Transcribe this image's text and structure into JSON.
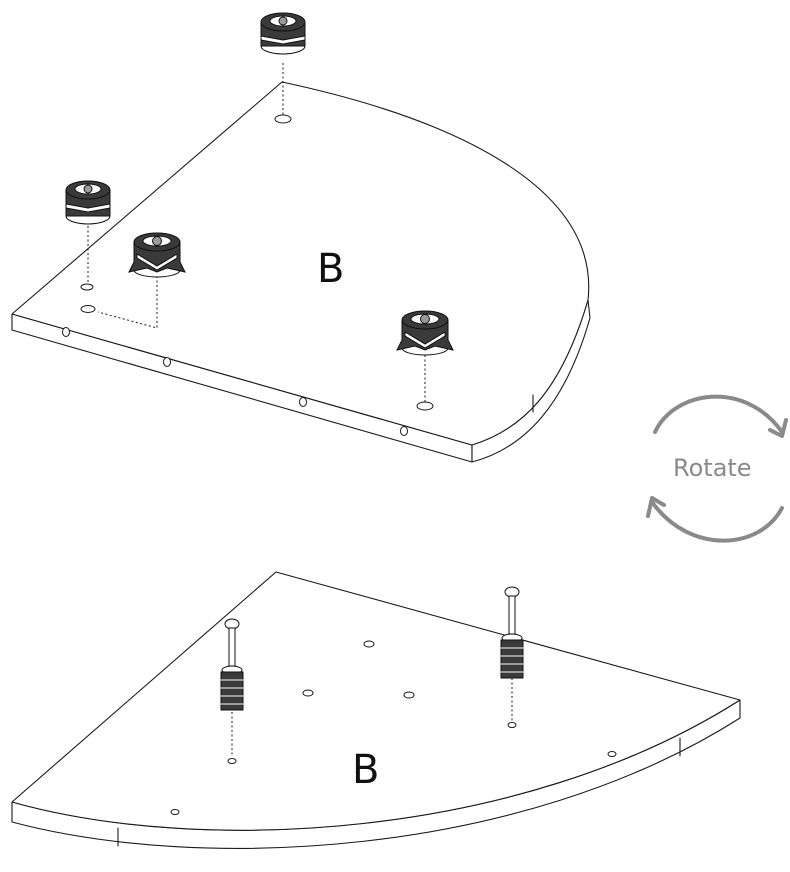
{
  "diagram": {
    "top_panel": {
      "label": "B"
    },
    "bottom_panel": {
      "label": "B"
    },
    "rotate": {
      "label": "Rotate"
    },
    "parts": {
      "cam_lock_icon": "cam-lock-nut",
      "cam_bolt_icon": "cam-bolt-dowel"
    },
    "colors": {
      "line": "#1a1a1a",
      "rotate_arrow": "#8a8a8a"
    }
  }
}
